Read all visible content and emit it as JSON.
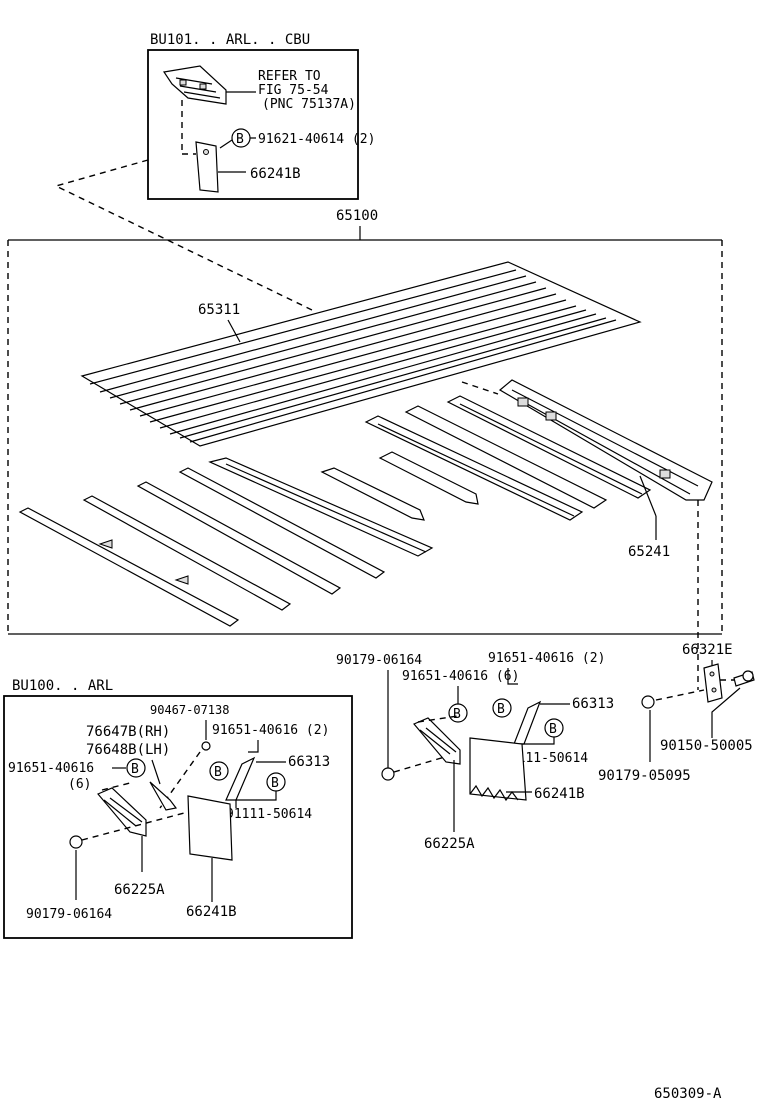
{
  "top_inset": {
    "title": "BU101. . ARL. . CBU",
    "refer_line1": "REFER TO",
    "refer_line2": "FIG 75-54",
    "refer_line3": "(PNC 75137A)",
    "bolt_code": "B",
    "bolt_part": "91621-40614 (2)",
    "guard_part": "66241B"
  },
  "main": {
    "assembly": "65100",
    "floor_panel": "65311",
    "sill": "65241",
    "bracket": "66321E"
  },
  "right_group": {
    "nut_left": "90179-06164",
    "bolt_a": "91651-40616 (2)",
    "bolt_b": "91651-40616 (6)",
    "stay": "66313",
    "screw": "91111-50614",
    "bracket": "66225A",
    "guard": "66241B",
    "bolt_code": "B",
    "nut_right": "90179-05095",
    "bolt_right": "90150-50005"
  },
  "bottom_inset": {
    "title": "BU100. . ARL",
    "clip": "90467-07138",
    "rh": "76647B(RH)",
    "lh": "76648B(LH)",
    "bolt_a": "91651-40616 (2)",
    "bolt_b_line1": "91651-40616",
    "bolt_b_line2": "(6)",
    "stay": "66313",
    "screw": "91111-50614",
    "bracket": "66225A",
    "nut": "90179-06164",
    "guard": "66241B",
    "bolt_code": "B"
  },
  "figure_code": "650309-A"
}
